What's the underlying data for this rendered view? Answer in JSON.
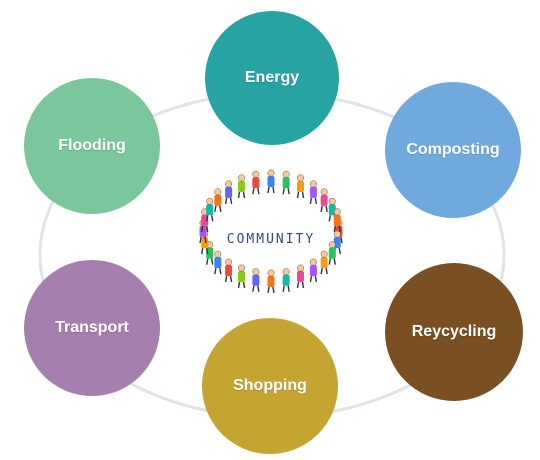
{
  "diagram": {
    "center": {
      "label": "COMMUNITY",
      "text_color": "#2a4c8a"
    },
    "ring_color": "#dfe4e8",
    "nodes": [
      {
        "key": "energy",
        "label": "Energy",
        "color": "#27a3a3"
      },
      {
        "key": "composting",
        "label": "Composting",
        "color": "#6fa9dd"
      },
      {
        "key": "reycycling",
        "label": "Reycycling",
        "color": "#7a4f21"
      },
      {
        "key": "shopping",
        "label": "Shopping",
        "color": "#c5a532"
      },
      {
        "key": "transport",
        "label": "Transport",
        "color": "#a57fad"
      },
      {
        "key": "flooding",
        "label": "Flooding",
        "color": "#79c79a"
      }
    ],
    "people_colors": [
      "#e74c3c",
      "#3b82f6",
      "#22c55e",
      "#f59e0b",
      "#a855f7",
      "#ec4899",
      "#14b8a6",
      "#f97316",
      "#6366f1",
      "#84cc16"
    ]
  }
}
